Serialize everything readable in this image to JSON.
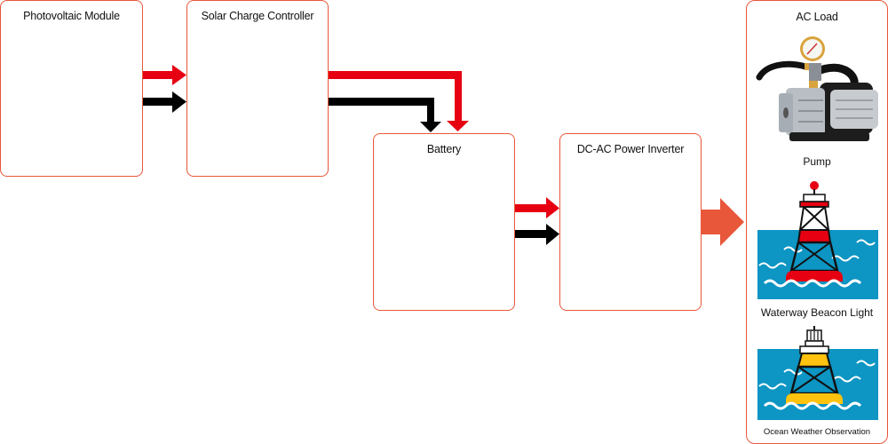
{
  "diagram": {
    "blocks": [
      {
        "id": "pv",
        "label": "Photovoltaic Module"
      },
      {
        "id": "scc",
        "label": "Solar Charge Controller"
      },
      {
        "id": "bat",
        "label": "Battery"
      },
      {
        "id": "inv",
        "label": "DC-AC Power Inverter"
      },
      {
        "id": "acload",
        "label": "AC Load"
      }
    ],
    "loads": [
      {
        "label": "Pump",
        "icon": "vacuum-pump-icon"
      },
      {
        "label": "Waterway Beacon Light",
        "icon": "red-beacon-buoy-icon"
      },
      {
        "label": "Ocean Weather Observation",
        "icon": "yellow-weather-buoy-icon"
      }
    ],
    "connections": [
      {
        "from": "pv",
        "to": "scc",
        "polarity": "positive",
        "color": "#e60012"
      },
      {
        "from": "pv",
        "to": "scc",
        "polarity": "negative",
        "color": "#000000"
      },
      {
        "from": "scc",
        "to": "bat",
        "polarity": "positive",
        "color": "#e60012"
      },
      {
        "from": "scc",
        "to": "bat",
        "polarity": "negative",
        "color": "#000000"
      },
      {
        "from": "bat",
        "to": "inv",
        "polarity": "positive",
        "color": "#e60012"
      },
      {
        "from": "bat",
        "to": "inv",
        "polarity": "negative",
        "color": "#000000"
      },
      {
        "from": "inv",
        "to": "acload",
        "polarity": "ac",
        "color": "#e8573a"
      }
    ],
    "colors": {
      "box_border": "#e8573a",
      "positive": "#e60012",
      "negative": "#000000",
      "ac_arrow": "#e8573a",
      "sea": "#0d95c3"
    }
  }
}
